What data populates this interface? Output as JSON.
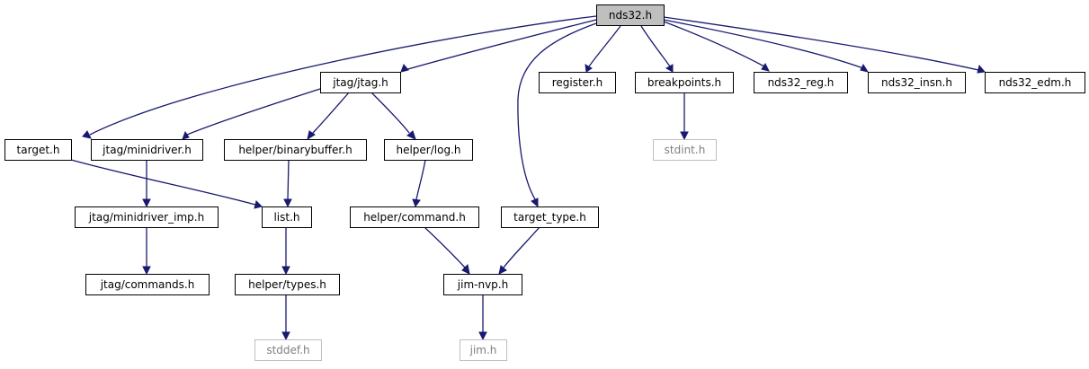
{
  "diagram": {
    "nodes": [
      {
        "id": "nds32_h",
        "label": "nds32.h",
        "kind": "root",
        "interactable": false
      },
      {
        "id": "target_h",
        "label": "target.h",
        "kind": "file",
        "interactable": true
      },
      {
        "id": "jtag_jtag_h",
        "label": "jtag/jtag.h",
        "kind": "file",
        "interactable": true
      },
      {
        "id": "register_h",
        "label": "register.h",
        "kind": "file",
        "interactable": true
      },
      {
        "id": "breakpoints_h",
        "label": "breakpoints.h",
        "kind": "file",
        "interactable": true
      },
      {
        "id": "nds32_reg_h",
        "label": "nds32_reg.h",
        "kind": "file",
        "interactable": true
      },
      {
        "id": "nds32_insn_h",
        "label": "nds32_insn.h",
        "kind": "file",
        "interactable": true
      },
      {
        "id": "nds32_edm_h",
        "label": "nds32_edm.h",
        "kind": "file",
        "interactable": true
      },
      {
        "id": "jtag_minidriver_h",
        "label": "jtag/minidriver.h",
        "kind": "file",
        "interactable": true
      },
      {
        "id": "helper_binarybuffer_h",
        "label": "helper/binarybuffer.h",
        "kind": "file",
        "interactable": true
      },
      {
        "id": "helper_log_h",
        "label": "helper/log.h",
        "kind": "file",
        "interactable": true
      },
      {
        "id": "stdint_h",
        "label": "stdint.h",
        "kind": "missing",
        "interactable": false
      },
      {
        "id": "jtag_minidriver_imp_h",
        "label": "jtag/minidriver_imp.h",
        "kind": "file",
        "interactable": true
      },
      {
        "id": "list_h",
        "label": "list.h",
        "kind": "file",
        "interactable": true
      },
      {
        "id": "helper_command_h",
        "label": "helper/command.h",
        "kind": "file",
        "interactable": true
      },
      {
        "id": "target_type_h",
        "label": "target_type.h",
        "kind": "file",
        "interactable": true
      },
      {
        "id": "jtag_commands_h",
        "label": "jtag/commands.h",
        "kind": "file",
        "interactable": true
      },
      {
        "id": "helper_types_h",
        "label": "helper/types.h",
        "kind": "file",
        "interactable": true
      },
      {
        "id": "jim_nvp_h",
        "label": "jim-nvp.h",
        "kind": "file",
        "interactable": true
      },
      {
        "id": "stddef_h",
        "label": "stddef.h",
        "kind": "missing",
        "interactable": false
      },
      {
        "id": "jim_h",
        "label": "jim.h",
        "kind": "missing",
        "interactable": false
      }
    ],
    "edges": [
      {
        "from": "nds32_h",
        "to": "target_h"
      },
      {
        "from": "nds32_h",
        "to": "jtag_jtag_h"
      },
      {
        "from": "nds32_h",
        "to": "register_h"
      },
      {
        "from": "nds32_h",
        "to": "breakpoints_h"
      },
      {
        "from": "nds32_h",
        "to": "nds32_reg_h"
      },
      {
        "from": "nds32_h",
        "to": "nds32_insn_h"
      },
      {
        "from": "nds32_h",
        "to": "nds32_edm_h"
      },
      {
        "from": "nds32_h",
        "to": "target_type_h"
      },
      {
        "from": "jtag_jtag_h",
        "to": "jtag_minidriver_h"
      },
      {
        "from": "jtag_jtag_h",
        "to": "helper_binarybuffer_h"
      },
      {
        "from": "jtag_jtag_h",
        "to": "helper_log_h"
      },
      {
        "from": "breakpoints_h",
        "to": "stdint_h"
      },
      {
        "from": "target_h",
        "to": "list_h"
      },
      {
        "from": "jtag_minidriver_h",
        "to": "jtag_minidriver_imp_h"
      },
      {
        "from": "helper_binarybuffer_h",
        "to": "list_h"
      },
      {
        "from": "helper_log_h",
        "to": "helper_command_h"
      },
      {
        "from": "jtag_minidriver_imp_h",
        "to": "jtag_commands_h"
      },
      {
        "from": "list_h",
        "to": "helper_types_h"
      },
      {
        "from": "helper_command_h",
        "to": "jim_nvp_h"
      },
      {
        "from": "target_type_h",
        "to": "jim_nvp_h"
      },
      {
        "from": "helper_types_h",
        "to": "stddef_h"
      },
      {
        "from": "jim_nvp_h",
        "to": "jim_h"
      }
    ],
    "colors": {
      "edge": "#191970",
      "root_fill": "#bfbfbf",
      "node_border": "#000000",
      "missing_border": "#bfbfbf",
      "missing_text": "#7f7f7f"
    }
  }
}
